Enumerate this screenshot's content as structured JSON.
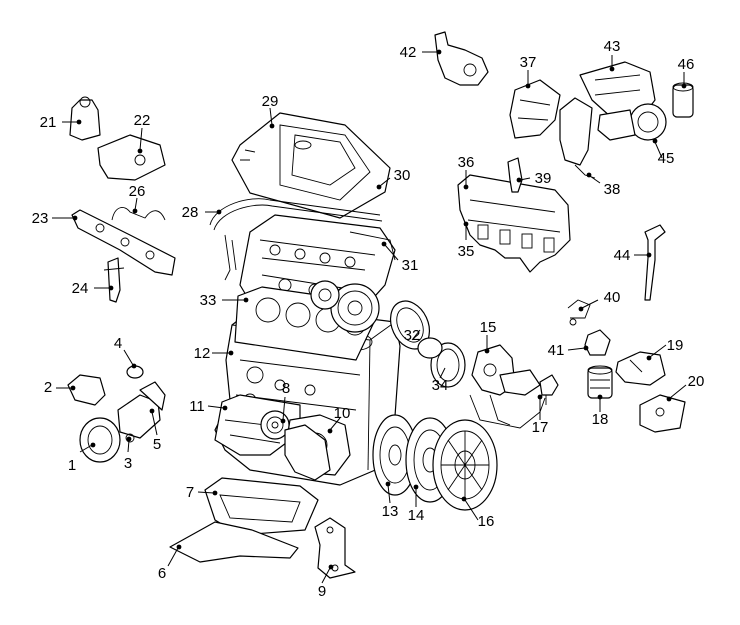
{
  "diagram": {
    "callouts": [
      {
        "id": "c1",
        "text": "1"
      },
      {
        "id": "c2",
        "text": "2"
      },
      {
        "id": "c3",
        "text": "3"
      },
      {
        "id": "c4",
        "text": "4"
      },
      {
        "id": "c5",
        "text": "5"
      },
      {
        "id": "c6",
        "text": "6"
      },
      {
        "id": "c7",
        "text": "7"
      },
      {
        "id": "c8",
        "text": "8"
      },
      {
        "id": "c9",
        "text": "9"
      },
      {
        "id": "c10",
        "text": "10"
      },
      {
        "id": "c11",
        "text": "11"
      },
      {
        "id": "c12",
        "text": "12"
      },
      {
        "id": "c13",
        "text": "13"
      },
      {
        "id": "c14",
        "text": "14"
      },
      {
        "id": "c15",
        "text": "15"
      },
      {
        "id": "c16",
        "text": "16"
      },
      {
        "id": "c17",
        "text": "17"
      },
      {
        "id": "c18",
        "text": "18"
      },
      {
        "id": "c19",
        "text": "19"
      },
      {
        "id": "c20",
        "text": "20"
      },
      {
        "id": "c21",
        "text": "21"
      },
      {
        "id": "c22",
        "text": "22"
      },
      {
        "id": "c23",
        "text": "23"
      },
      {
        "id": "c24",
        "text": "24"
      },
      {
        "id": "c26",
        "text": "26"
      },
      {
        "id": "c28",
        "text": "28"
      },
      {
        "id": "c29",
        "text": "29"
      },
      {
        "id": "c30",
        "text": "30"
      },
      {
        "id": "c31",
        "text": "31"
      },
      {
        "id": "c32",
        "text": "32"
      },
      {
        "id": "c33",
        "text": "33"
      },
      {
        "id": "c34",
        "text": "34"
      },
      {
        "id": "c35",
        "text": "35"
      },
      {
        "id": "c36",
        "text": "36"
      },
      {
        "id": "c37",
        "text": "37"
      },
      {
        "id": "c38",
        "text": "38"
      },
      {
        "id": "c39",
        "text": "39"
      },
      {
        "id": "c40",
        "text": "40"
      },
      {
        "id": "c41",
        "text": "41"
      },
      {
        "id": "c42",
        "text": "42"
      },
      {
        "id": "c43",
        "text": "43"
      },
      {
        "id": "c44",
        "text": "44"
      },
      {
        "id": "c45",
        "text": "45"
      },
      {
        "id": "c46",
        "text": "46"
      }
    ]
  }
}
